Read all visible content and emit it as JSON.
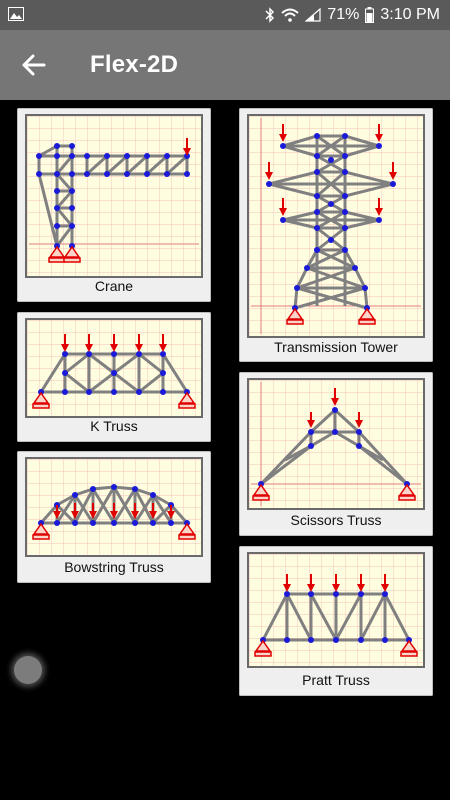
{
  "status": {
    "battery": "71%",
    "time": "3:10 PM"
  },
  "appbar": {
    "title": "Flex-2D"
  },
  "cards": {
    "crane": "Crane",
    "k_truss": "K Truss",
    "bowstring": "Bowstring Truss",
    "tower": "Transmission Tower",
    "scissors": "Scissors Truss",
    "pratt": "Pratt Truss"
  },
  "colors": {
    "member": "#808080",
    "node": "#1a1ad8",
    "load": "#e00000",
    "grid": "#f0b0b0",
    "paper": "#fffde0"
  }
}
